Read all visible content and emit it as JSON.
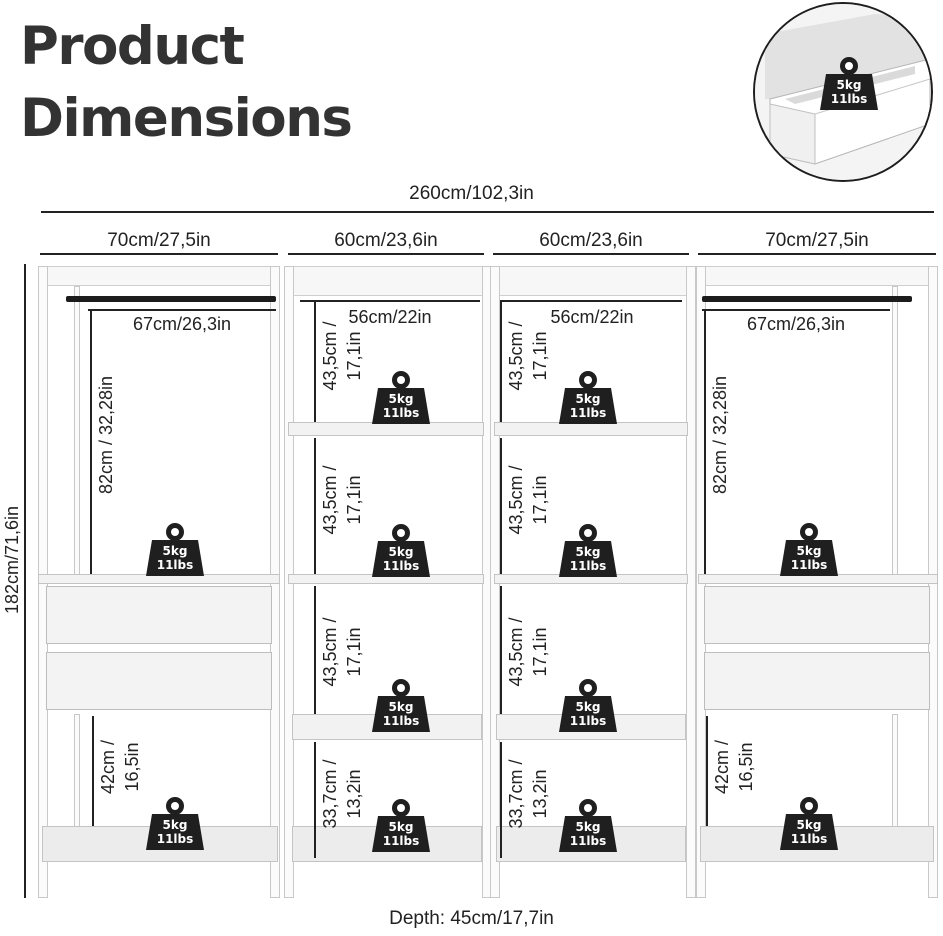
{
  "title": {
    "line1": "Product",
    "line2": "Dimensions"
  },
  "total_width": "260cm/102,3in",
  "section_widths": [
    "70cm/27,5in",
    "60cm/23,6in",
    "60cm/23,6in",
    "70cm/27,5in"
  ],
  "height": "182cm/71,6in",
  "depth": "Depth: 45cm/17,7in",
  "rod_width": "67cm/26,3in",
  "inner_shelf_width": "56cm/22in",
  "hanging_height": "82cm / 32,28in",
  "shelf_height": "43,5cm / 17,1in",
  "shelf_height_lines": [
    "43,5cm /",
    "17,1in"
  ],
  "bottom_shelf_height_lines": [
    "33,7cm /",
    "13,2in"
  ],
  "bottom_open_height_lines": [
    "42cm /",
    "16,5in"
  ],
  "load_label": {
    "kg": "5kg",
    "lbs": "11lbs"
  },
  "colors": {
    "text": "#2b2b2b",
    "weight_icon": "#1f1f1f",
    "frame": "#f5f5f5"
  }
}
